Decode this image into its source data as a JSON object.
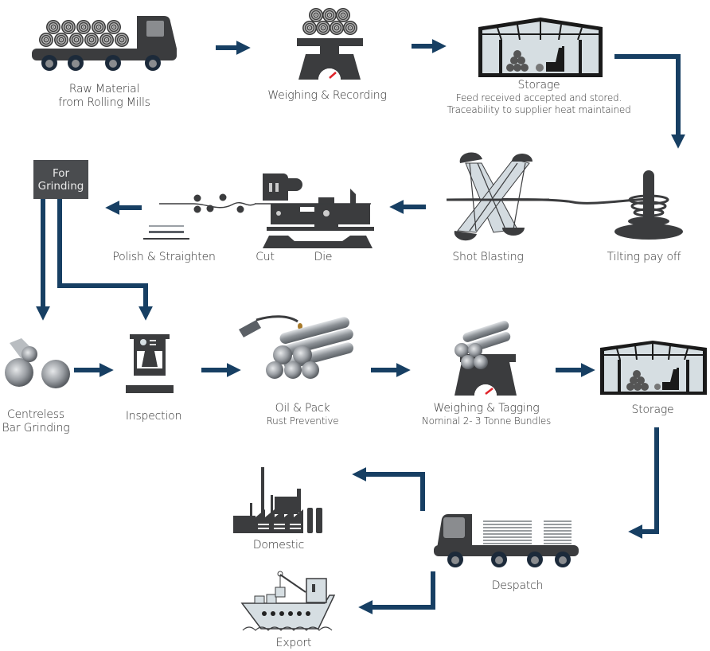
{
  "diagram": {
    "type": "process-flow",
    "arrow_color": "#173f63",
    "icon_color": "#3b3c3e",
    "accent_color": "#e0242a",
    "steps": [
      {
        "id": "raw-material",
        "label": "Raw Material",
        "label2": "from Rolling Mills",
        "icon": "flatbed-truck-with-coils-icon"
      },
      {
        "id": "weighing-recording",
        "label": "Weighing & Recording",
        "icon": "scale-with-coils-icon"
      },
      {
        "id": "storage-1",
        "label": "Storage",
        "label2": "Feed received accepted and stored.",
        "label3": "Traceability to supplier heat maintained",
        "icon": "warehouse-forklift-icon"
      },
      {
        "id": "tilting-payoff",
        "label": "Tilting pay off",
        "icon": "coil-payoff-icon"
      },
      {
        "id": "shot-blasting",
        "label": "Shot Blasting",
        "icon": "shot-blast-icon"
      },
      {
        "id": "die",
        "label": "Die",
        "icon": "drawing-machine-icon"
      },
      {
        "id": "cut",
        "label": "Cut",
        "icon": "cutter-icon"
      },
      {
        "id": "polish-straighten",
        "label": "Polish & Straighten",
        "icon": "straightening-rollers-icon"
      },
      {
        "id": "for-grinding",
        "label": "For",
        "label2": "Grinding",
        "icon": "decision-box"
      },
      {
        "id": "centreless-grinding",
        "label": "Centreless",
        "label2": "Bar Grinding",
        "icon": "grinding-wheels-icon"
      },
      {
        "id": "inspection",
        "label": "Inspection",
        "icon": "inspection-machine-icon"
      },
      {
        "id": "oil-pack",
        "label": "Oil & Pack",
        "label2": "Rust Preventive",
        "icon": "oil-nozzle-bundle-icon"
      },
      {
        "id": "weighing-tagging",
        "label": "Weighing & Tagging",
        "label2": "Nominal 2- 3 Tonne Bundles",
        "icon": "scale-with-bars-icon"
      },
      {
        "id": "storage-2",
        "label": "Storage",
        "icon": "warehouse-forklift-icon"
      },
      {
        "id": "despatch",
        "label": "Despatch",
        "icon": "flatbed-truck-with-bars-icon"
      },
      {
        "id": "domestic",
        "label": "Domestic",
        "icon": "factory-icon"
      },
      {
        "id": "export",
        "label": "Export",
        "icon": "cargo-ship-icon"
      }
    ],
    "flows": [
      [
        "raw-material",
        "weighing-recording"
      ],
      [
        "weighing-recording",
        "storage-1"
      ],
      [
        "storage-1",
        "tilting-payoff"
      ],
      [
        "tilting-payoff",
        "shot-blasting"
      ],
      [
        "shot-blasting",
        "die"
      ],
      [
        "die",
        "cut"
      ],
      [
        "cut",
        "polish-straighten"
      ],
      [
        "polish-straighten",
        "for-grinding"
      ],
      [
        "for-grinding",
        "centreless-grinding"
      ],
      [
        "for-grinding",
        "inspection"
      ],
      [
        "centreless-grinding",
        "inspection"
      ],
      [
        "inspection",
        "oil-pack"
      ],
      [
        "oil-pack",
        "weighing-tagging"
      ],
      [
        "weighing-tagging",
        "storage-2"
      ],
      [
        "storage-2",
        "despatch"
      ],
      [
        "despatch",
        "domestic"
      ],
      [
        "despatch",
        "export"
      ]
    ]
  }
}
